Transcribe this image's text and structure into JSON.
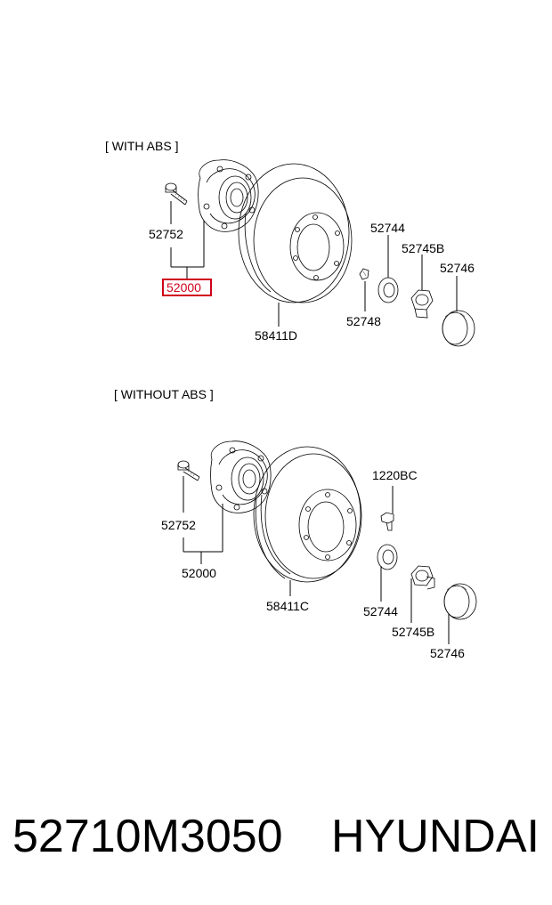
{
  "sections": [
    {
      "header": "[ WITH ABS ]",
      "labels": {
        "bolt": "52752",
        "hub": "52000",
        "disc": "58411D",
        "washer": "52744",
        "nut": "52745B",
        "cap": "52746",
        "pin": "52748"
      },
      "highlight": "52000",
      "highlight_color": "#d0021b"
    },
    {
      "header": "[ WITHOUT ABS ]",
      "labels": {
        "bolt": "52752",
        "hub": "52000",
        "drum": "58411C",
        "washer": "52744",
        "nut": "52745B",
        "cap": "52746",
        "screw": "1220BC"
      }
    }
  ],
  "footer": {
    "part_number": "52710M3050",
    "brand": "HYUNDAI"
  }
}
